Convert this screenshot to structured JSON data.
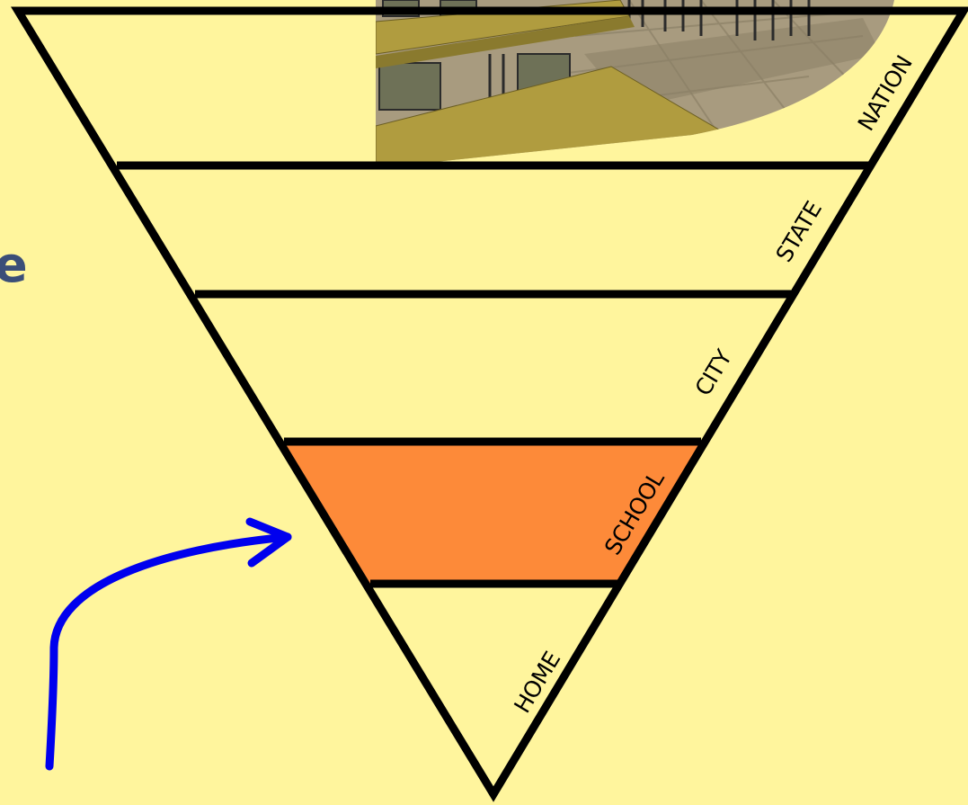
{
  "slide": {
    "background_color": "#fff59d",
    "edge_text": "e",
    "edge_text_color": "#3b4e78"
  },
  "pyramid": {
    "orientation": "inverted",
    "fill_color": "#fff59d",
    "highlight_color": "#fd8a39",
    "outline_color": "#000000",
    "levels": [
      {
        "id": "nation",
        "label": "NATION",
        "highlighted": false
      },
      {
        "id": "state",
        "label": "STATE",
        "highlighted": false
      },
      {
        "id": "city",
        "label": "CITY",
        "highlighted": false
      },
      {
        "id": "school",
        "label": "SCHOOL",
        "highlighted": true
      },
      {
        "id": "home",
        "label": "HOME",
        "highlighted": false
      }
    ]
  },
  "arrow": {
    "color": "#0000ee",
    "points_to": "school"
  },
  "image": {
    "subject": "classroom with desks and chairs"
  }
}
